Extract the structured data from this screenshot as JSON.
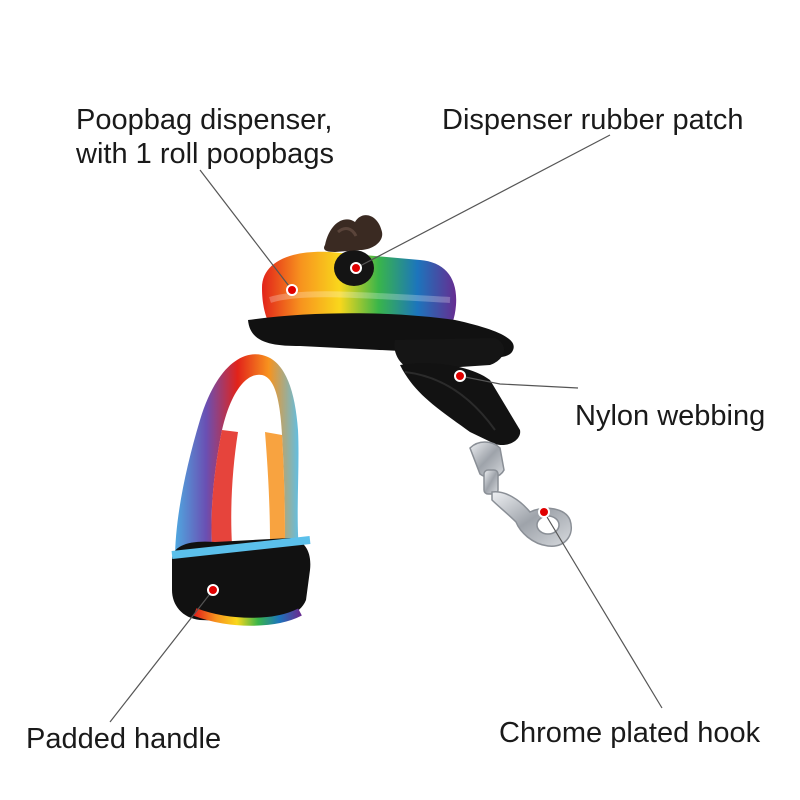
{
  "annotations": {
    "poopbag_dispenser": {
      "line1": "Poopbag dispenser,",
      "line2": "with 1 roll poopbags"
    },
    "rubber_patch": "Dispenser rubber patch",
    "nylon_webbing": "Nylon webbing",
    "padded_handle": "Padded handle",
    "chrome_hook": "Chrome plated hook"
  },
  "colors": {
    "marker_dot": "#e00000",
    "leader_line": "#555555",
    "webbing": "#111111",
    "hook_metal": "#b8bcc2",
    "rainbow": [
      "#e2231a",
      "#f7931e",
      "#f9d71c",
      "#39b54a",
      "#1c75bc",
      "#662d91"
    ],
    "handle_trim": "#5bc0eb"
  }
}
